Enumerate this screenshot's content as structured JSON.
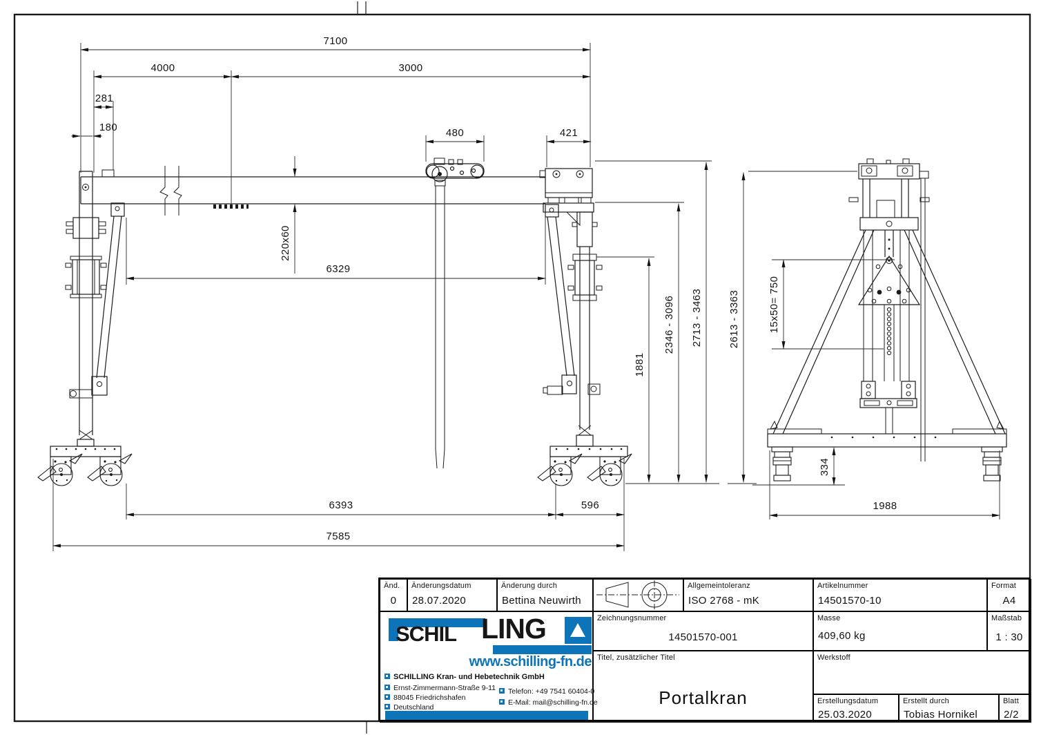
{
  "dims": {
    "overall_width": "7100",
    "span_left": "4000",
    "span_right": "3000",
    "leg_offset": "281",
    "end_clearance": "180",
    "trolley_length": "480",
    "head_length": "421",
    "beam_profile": "220x60",
    "clear_span": "6329",
    "hook_height": "1881",
    "beam_underside_height": "2346 - 3096",
    "overall_height": "2713 - 3463",
    "side_overall_height": "2613 - 3363",
    "hole_pattern": "15x50= 750",
    "caster_height": "334",
    "side_base_width": "1988",
    "base_inner_span": "6393",
    "base_end_offset": "596",
    "base_overall": "7585"
  },
  "title_block": {
    "revision": {
      "label": "Änd.",
      "value": "0"
    },
    "revision_date": {
      "label": "Änderungsdatum",
      "value": "28.07.2020"
    },
    "revision_by": {
      "label": "Änderung durch",
      "value": "Bettina Neuwirth"
    },
    "general_tolerance": {
      "label": "Allgemeintoleranz",
      "value": "ISO 2768 - mK"
    },
    "article_number": {
      "label": "Artikelnummer",
      "value": "14501570-10"
    },
    "format": {
      "label": "Format",
      "value": "A4"
    },
    "drawing_number": {
      "label": "Zeichnungsnummer",
      "value": "14501570-001"
    },
    "mass": {
      "label": "Masse",
      "value": "409,60 kg"
    },
    "scale": {
      "label": "Maßstab",
      "value": "1 : 30"
    },
    "title": {
      "label": "Titel, zusätzlicher Titel",
      "value": "Portalkran"
    },
    "material": {
      "label": "Werkstoff",
      "value": ""
    },
    "created_date": {
      "label": "Erstellungsdatum",
      "value": "25.03.2020"
    },
    "created_by": {
      "label": "Erstellt durch",
      "value": "Tobias Hornikel"
    },
    "sheet": {
      "label": "Blatt",
      "value": "2/2"
    }
  },
  "company": {
    "logo_part1": "SCHIL",
    "logo_part2": "LING",
    "website": "www.schilling-fn.de",
    "name": "SCHILLING Kran- und Hebetechnik GmbH",
    "address": [
      "Ernst-Zimmermann-Straße 9-11",
      "88045 Friedrichshafen",
      "Deutschland"
    ],
    "phone": "Telefon: +49 7541 60404-0",
    "email": "E-Mail: mail@schilling-fn.de",
    "brand_blue": "#0e74ba"
  }
}
